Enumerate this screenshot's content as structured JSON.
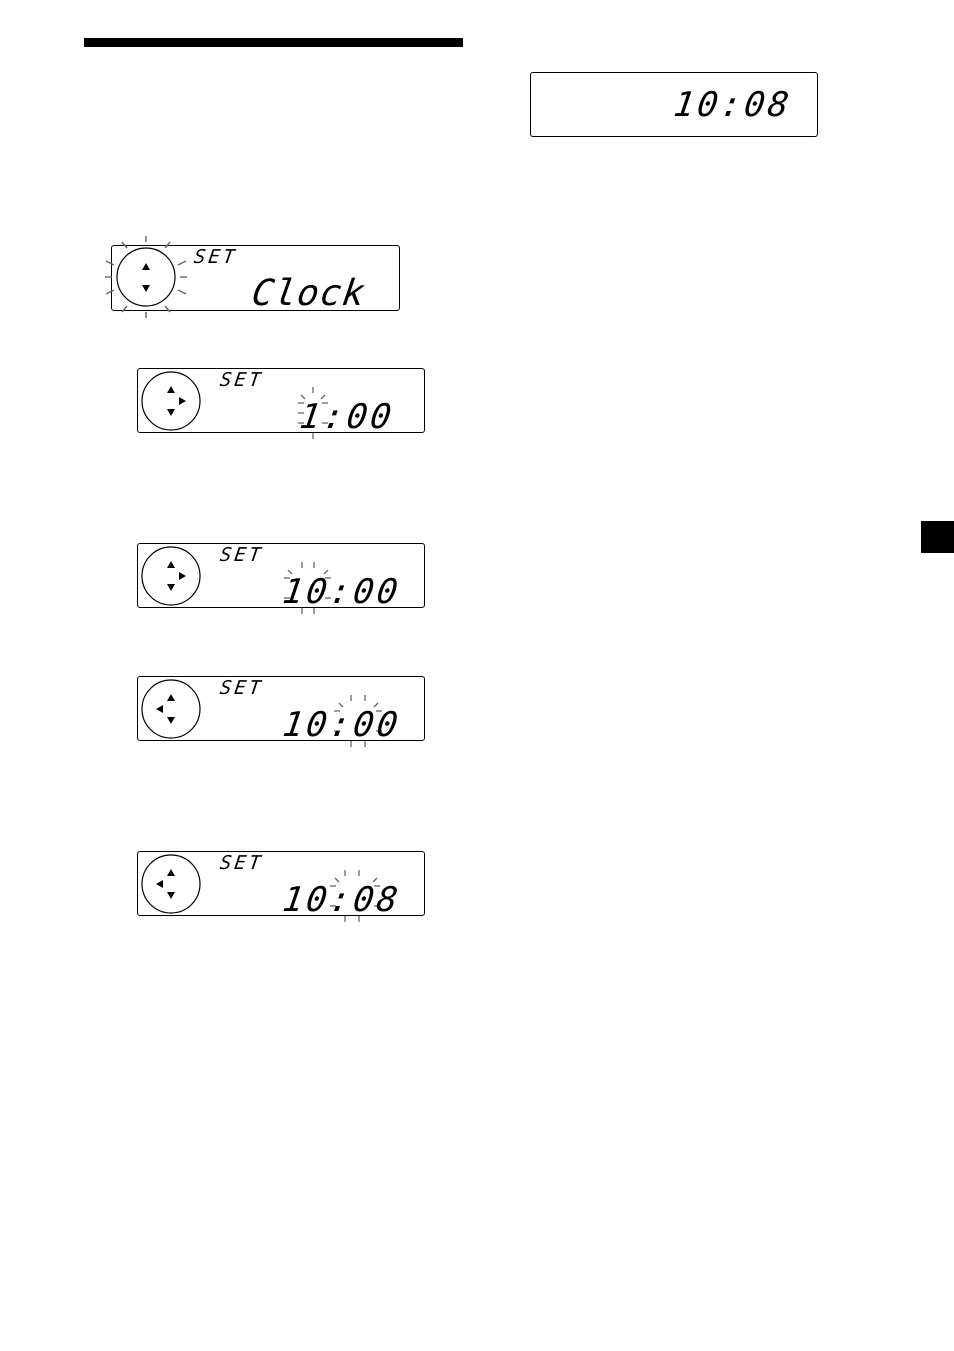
{
  "displays": {
    "final": {
      "time": "10:08"
    },
    "step1": {
      "indicator": "SET",
      "text": "Clock"
    },
    "step2": {
      "indicator": "SET",
      "time": "1:00"
    },
    "step3": {
      "indicator": "SET",
      "time": "10:00"
    },
    "step4": {
      "indicator": "SET",
      "time": "10:00"
    },
    "step5": {
      "indicator": "SET",
      "time": "10:08"
    }
  },
  "colors": {
    "ink": "#000000",
    "background": "#ffffff"
  },
  "icons": [
    "up-arrow-icon",
    "down-arrow-icon",
    "right-arrow-icon",
    "left-arrow-icon",
    "blink-rays-icon"
  ]
}
